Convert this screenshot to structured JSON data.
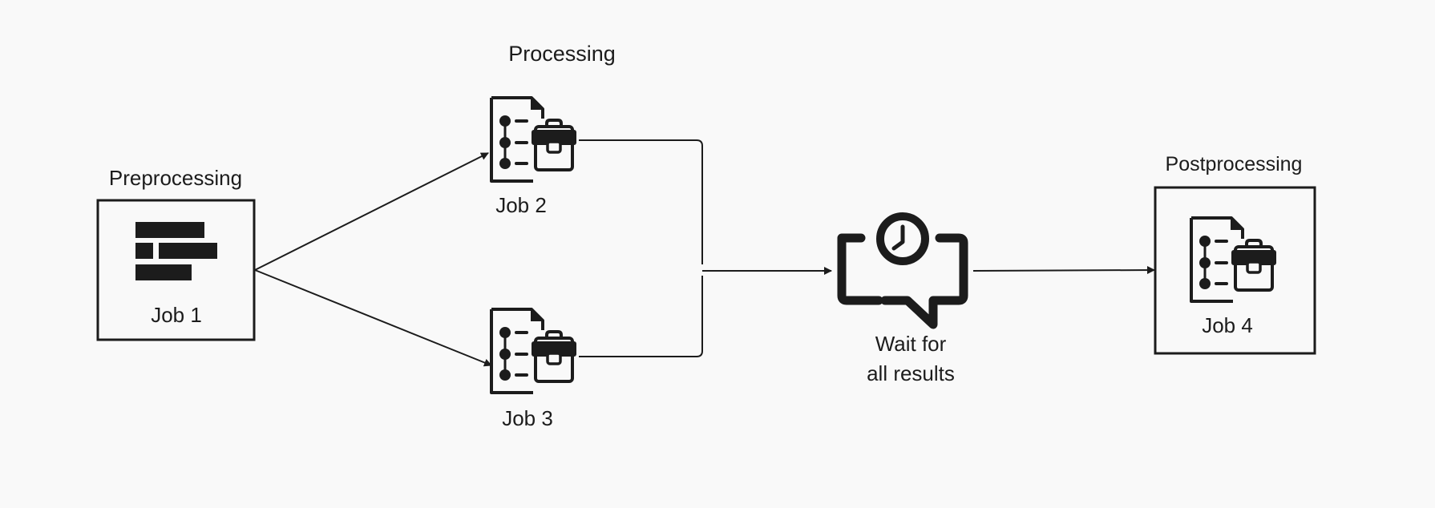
{
  "diagram": {
    "stage_labels": {
      "preprocessing": "Preprocessing",
      "processing": "Processing",
      "postprocessing": "Postprocessing"
    },
    "nodes": {
      "job1": "Job 1",
      "job2": "Job 2",
      "job3": "Job 3",
      "job4": "Job 4",
      "wait_line1": "Wait for",
      "wait_line2": "all results"
    },
    "icons": {
      "job1": "list-bars-icon",
      "job2": "document-briefcase-icon",
      "job3": "document-briefcase-icon",
      "job4": "document-briefcase-icon",
      "wait": "chat-clock-icon"
    },
    "colors": {
      "stroke": "#1c1c1c",
      "background": "#f9f9f9"
    }
  }
}
